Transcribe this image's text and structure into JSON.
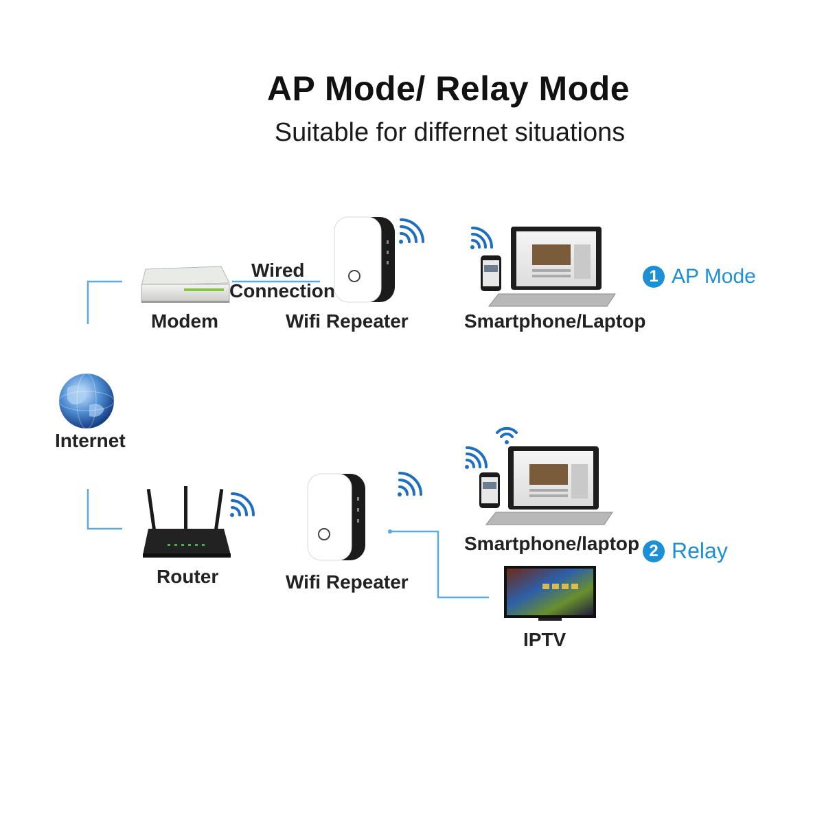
{
  "header": {
    "title": "AP Mode/ Relay Mode",
    "subtitle": "Suitable for differnet situations"
  },
  "nodes": {
    "internet": "Internet",
    "modem": "Modem",
    "wired_line1": "Wired",
    "wired_line2": "Connection",
    "repeater_top": "Wifi Repeater",
    "clients_top": "Smartphone/Laptop",
    "router": "Router",
    "repeater_bottom": "Wifi Repeater",
    "clients_bottom": "Smartphone/laptop",
    "iptv": "IPTV"
  },
  "modes": {
    "ap": {
      "number": "1",
      "label": "AP Mode"
    },
    "relay": {
      "number": "2",
      "label": "Relay"
    }
  },
  "colors": {
    "accent": "#1c8fd6",
    "connector": "#5aa9e0"
  }
}
